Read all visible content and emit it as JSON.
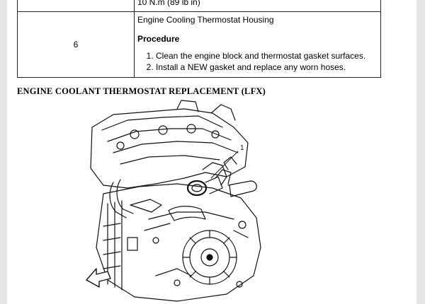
{
  "table": {
    "prev_row_text": "10 N.m (89 lb in)",
    "row": {
      "number": "6",
      "title": "Engine Cooling Thermostat Housing",
      "procedure_label": "Procedure",
      "steps": [
        "Clean the engine block and thermostat gasket surfaces.",
        "Install a NEW gasket and replace any worn hoses."
      ]
    }
  },
  "section_heading": "ENGINE COOLANT THERMOSTAT REPLACEMENT (LFX)",
  "diagram": {
    "callout_label": "1",
    "icons": [
      "engine-illustration",
      "front-direction-arrow-icon"
    ]
  }
}
